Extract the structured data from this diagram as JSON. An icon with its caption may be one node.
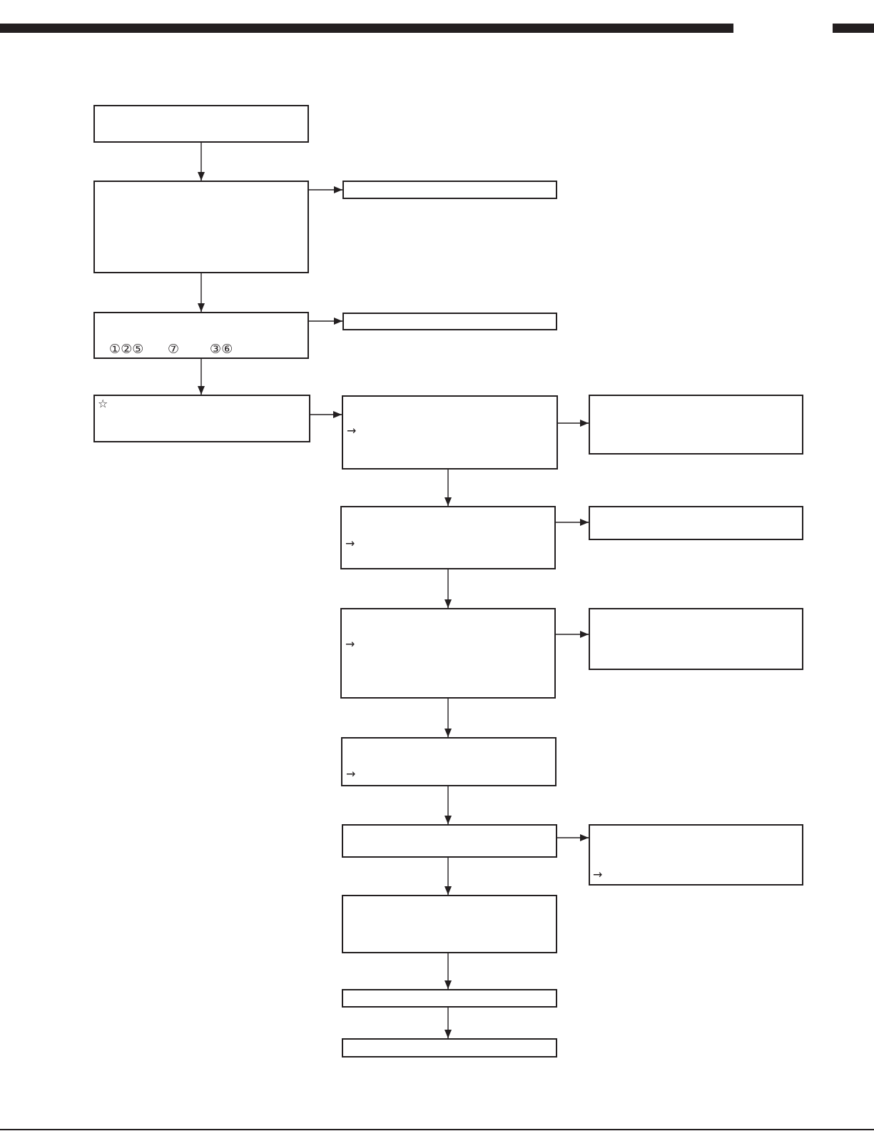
{
  "diagram": {
    "nodes": [
      {
        "text": [],
        "shape": "box"
      },
      {
        "text": [],
        "shape": "box"
      },
      {
        "text": [],
        "shape": "box"
      },
      {
        "text": [
          "①②⑤",
          "⑦",
          "③⑥"
        ]
      },
      {
        "text": [],
        "shape": "box"
      },
      {
        "text": [
          "☆"
        ]
      },
      {
        "text": [
          "→"
        ]
      },
      {
        "text": [],
        "shape": "box"
      },
      {
        "text": [
          "→"
        ]
      },
      {
        "text": [],
        "shape": "box"
      },
      {
        "text": [
          "→"
        ]
      },
      {
        "text": [],
        "shape": "box"
      },
      {
        "text": [
          "→"
        ]
      },
      {
        "text": [],
        "shape": "box"
      },
      {
        "text": [
          "→"
        ]
      },
      {
        "text": [],
        "shape": "box"
      },
      {
        "text": [],
        "shape": "box"
      },
      {
        "text": [],
        "shape": "box"
      }
    ],
    "edges": [
      {
        "from": 0,
        "to": 1,
        "arrow": "to"
      },
      {
        "from": 1,
        "to": 2,
        "arrow": "to"
      },
      {
        "from": 1,
        "to": 3,
        "arrow": "to"
      },
      {
        "from": 3,
        "to": 4,
        "arrow": "to"
      },
      {
        "from": 3,
        "to": 5,
        "arrow": "to"
      },
      {
        "from": 5,
        "to": 6,
        "arrow": "to"
      },
      {
        "from": 6,
        "to": 7,
        "arrow": "to"
      },
      {
        "from": 6,
        "to": 8,
        "arrow": "to"
      },
      {
        "from": 8,
        "to": 9,
        "arrow": "to"
      },
      {
        "from": 8,
        "to": 10,
        "arrow": "to"
      },
      {
        "from": 10,
        "to": 11,
        "arrow": "to"
      },
      {
        "from": 10,
        "to": 12,
        "arrow": "to"
      },
      {
        "from": 12,
        "to": 13,
        "arrow": "to"
      },
      {
        "from": 13,
        "to": 14,
        "arrow": "to"
      },
      {
        "from": 13,
        "to": 15,
        "arrow": "to"
      },
      {
        "from": 15,
        "to": 16,
        "arrow": "to"
      },
      {
        "from": 16,
        "to": 17,
        "arrow": "to"
      }
    ]
  }
}
